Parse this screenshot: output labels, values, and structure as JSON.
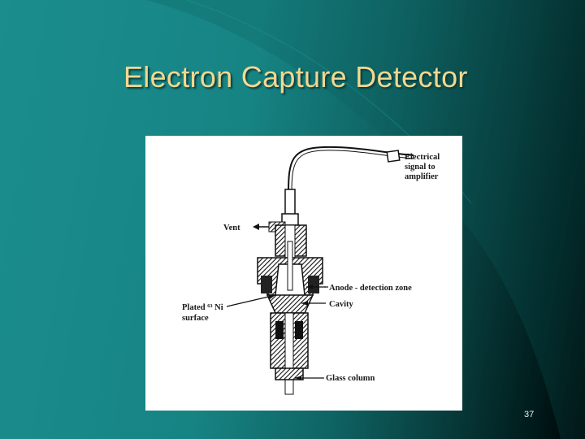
{
  "slide": {
    "title": "Electron Capture Detector",
    "number": "37",
    "colors": {
      "title": "#f0d890",
      "bg_light": "#1b8d8d",
      "bg_dark": "#000000"
    }
  },
  "diagram": {
    "labels": {
      "electrical_line1": "Electrical",
      "electrical_line2": "signal to",
      "electrical_line3": "amplifier",
      "vent": "Vent",
      "anode": "Anode - detection zone",
      "plated_line1": "Plated ⁶³ Ni",
      "plated_line2": "surface",
      "cavity": "Cavity",
      "glass_column": "Glass column"
    }
  }
}
